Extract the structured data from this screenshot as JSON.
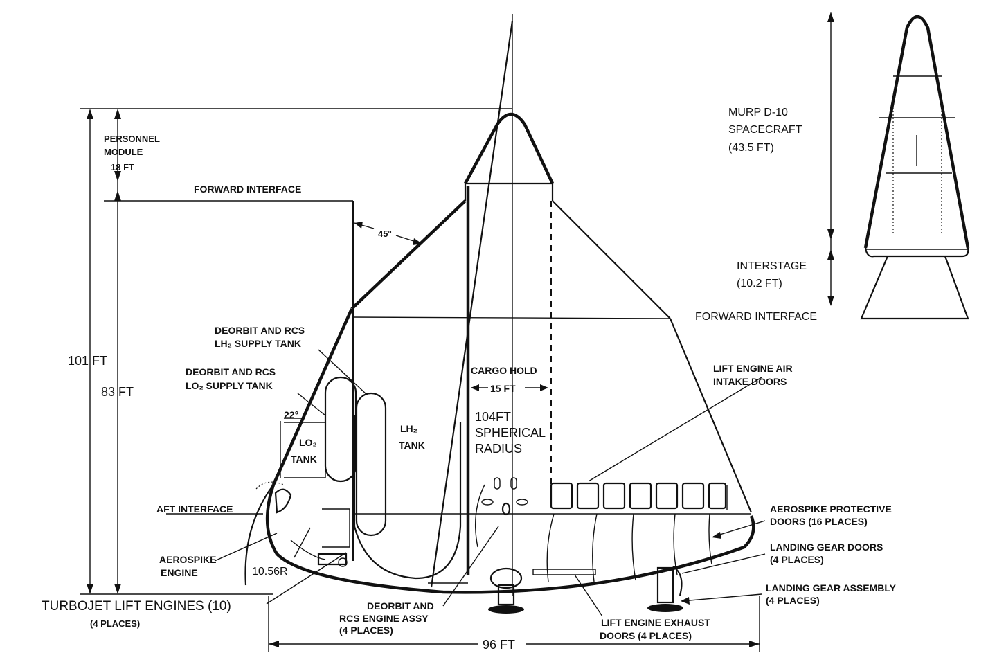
{
  "labels": {
    "personnel_module": [
      "PERSONNEL",
      "MODULE",
      "18 FT"
    ],
    "forward_interface": "FORWARD INTERFACE",
    "angle_45": "45°",
    "deorbit_lh2": [
      "DEORBIT AND RCS",
      "LH₂ SUPPLY TANK"
    ],
    "deorbit_lo2": [
      "DEORBIT AND RCS",
      "LO₂ SUPPLY TANK"
    ],
    "angle_22": "22°",
    "lo2_tank": [
      "LO₂",
      "TANK"
    ],
    "lh2_tank": [
      "LH₂",
      "TANK"
    ],
    "cargo_hold": "CARGO HOLD",
    "cargo_width": "15 FT",
    "spherical_radius": [
      "104FT",
      "SPHERICAL",
      "RADIUS"
    ],
    "height_101": "101 FT",
    "height_83": "83 FT",
    "aft_interface": "AFT INTERFACE",
    "aerospike_engine": [
      "AEROSPIKE",
      "ENGINE"
    ],
    "radius_1056": "10.56R",
    "turbojet": [
      "TURBOJET LIFT ENGINES (10)",
      "(4 PLACES)"
    ],
    "deorbit_engine": [
      "DEORBIT AND",
      "RCS ENGINE ASSY",
      "(4 PLACES)"
    ],
    "lift_exhaust": [
      "LIFT ENGINE EXHAUST",
      "DOORS (4 PLACES)"
    ],
    "width_96": "96 FT",
    "lift_intake": [
      "LIFT ENGINE AIR",
      "INTAKE DOORS"
    ],
    "aerospike_doors": [
      "AEROSPIKE PROTECTIVE",
      "DOORS (16 PLACES)"
    ],
    "landing_doors": [
      "LANDING GEAR DOORS",
      "(4 PLACES)"
    ],
    "landing_assembly": [
      "LANDING GEAR ASSEMBLY",
      "(4 PLACES)"
    ],
    "murp": [
      "MURP D-10",
      "SPACECRAFT",
      "(43.5 FT)"
    ],
    "interstage": [
      "INTERSTAGE",
      "(10.2 FT)"
    ],
    "forward_interface_right": "FORWARD INTERFACE"
  }
}
